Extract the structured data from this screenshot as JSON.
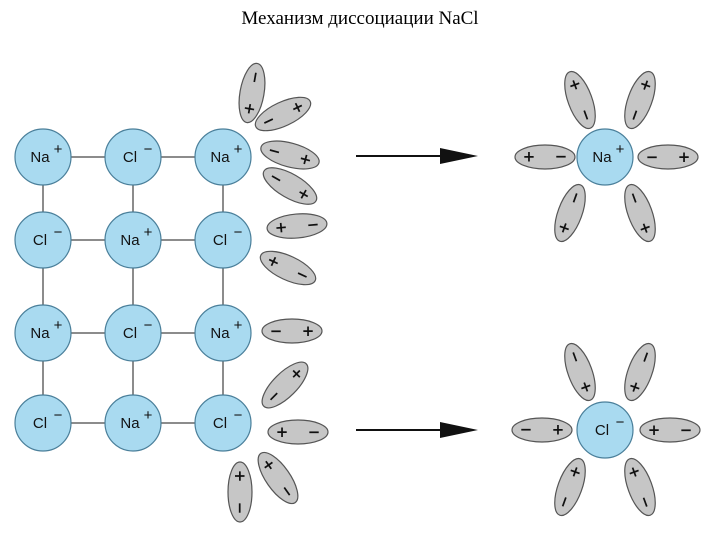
{
  "title": "Механизм диссоциации NaCl",
  "ions": {
    "na": "Na",
    "cl": "Cl",
    "plus": "+",
    "minus": "−"
  },
  "lattice": [
    [
      "Na",
      "Cl",
      "Na"
    ],
    [
      "Cl",
      "Na",
      "Cl"
    ],
    [
      "Na",
      "Cl",
      "Na"
    ],
    [
      "Cl",
      "Na",
      "Cl"
    ]
  ],
  "products": [
    {
      "ion": "Na",
      "charge": "+"
    },
    {
      "ion": "Cl",
      "charge": "−"
    }
  ],
  "colors": {
    "ion_fill": "#a9daf0",
    "ion_stroke": "#4a7f9a",
    "dipole_fill": "#c6c6c6",
    "dipole_stroke": "#555555",
    "bond": "#666666",
    "arrow": "#111111"
  }
}
